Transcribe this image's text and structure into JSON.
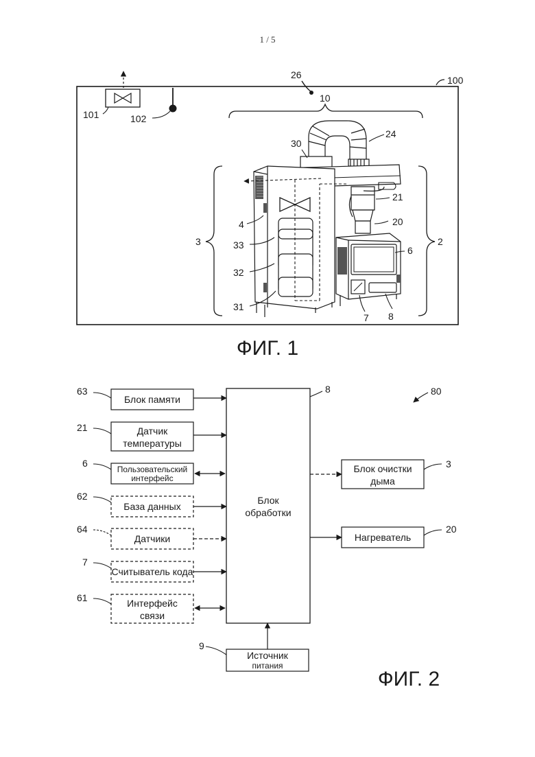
{
  "page_number": "1 / 5",
  "fig1": {
    "title": "ФИГ. 1",
    "refs": {
      "r100": "100",
      "r26": "26",
      "r101": "101",
      "r102": "102",
      "r10": "10",
      "r24": "24",
      "r30": "30",
      "r21": "21",
      "r20": "20",
      "r4": "4",
      "r33": "33",
      "r32": "32",
      "r31": "31",
      "r3": "3",
      "r2": "2",
      "r6": "6",
      "r7": "7",
      "r8": "8"
    }
  },
  "fig2": {
    "title": "ФИГ. 2",
    "ref_system": "80",
    "processor": {
      "ref": "8",
      "label_line1": "Блок",
      "label_line2": "обработки"
    },
    "inputs": [
      {
        "ref": "63",
        "line1": "Блок памяти",
        "line2": "",
        "dashed": false,
        "arrow": "in"
      },
      {
        "ref": "21",
        "line1": "Датчик",
        "line2": "температуры",
        "dashed": false,
        "arrow": "in"
      },
      {
        "ref": "6",
        "line1": "Пользовательский",
        "line2": "интерфейс",
        "dashed": false,
        "arrow": "both"
      },
      {
        "ref": "62",
        "line1": "База данных",
        "line2": "",
        "dashed": true,
        "arrow": "in"
      },
      {
        "ref": "64",
        "line1": "Датчики",
        "line2": "",
        "dashed": true,
        "arrow": "in-dashed"
      },
      {
        "ref": "7",
        "line1": "Считыватель кода",
        "line2": "",
        "dashed": true,
        "arrow": "in"
      },
      {
        "ref": "61",
        "line1": "Интерфейс",
        "line2": "связи",
        "dashed": true,
        "arrow": "both"
      }
    ],
    "outputs": [
      {
        "ref": "3",
        "line1": "Блок очистки",
        "line2": "дыма",
        "dashed": false,
        "arrow": "out-dashed"
      },
      {
        "ref": "20",
        "line1": "Нагреватель",
        "line2": "",
        "dashed": false,
        "arrow": "out"
      }
    ],
    "power": {
      "ref": "9",
      "line1": "Источник",
      "line2": "питания"
    }
  }
}
